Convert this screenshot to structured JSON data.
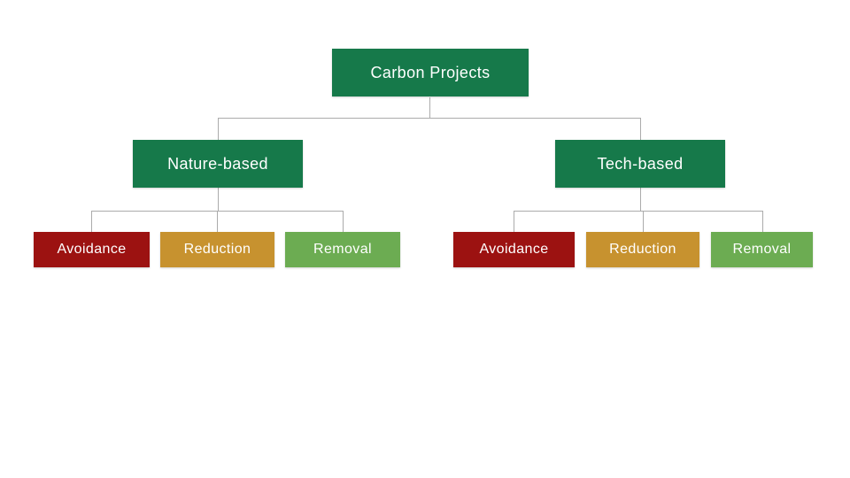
{
  "palette": {
    "bg": "#ffffff",
    "dark-green": "#16794a",
    "red": "#9c1211",
    "gold": "#c7922f",
    "light-green": "#6cac52",
    "line": "#ababab",
    "text": "#ffffff"
  },
  "tree": {
    "root": {
      "label": "Carbon Projects"
    },
    "branches": [
      {
        "label": "Nature-based",
        "children": [
          {
            "label": "Avoidance"
          },
          {
            "label": "Reduction"
          },
          {
            "label": "Removal"
          }
        ]
      },
      {
        "label": "Tech-based",
        "children": [
          {
            "label": "Avoidance"
          },
          {
            "label": "Reduction"
          },
          {
            "label": "Removal"
          }
        ]
      }
    ]
  }
}
